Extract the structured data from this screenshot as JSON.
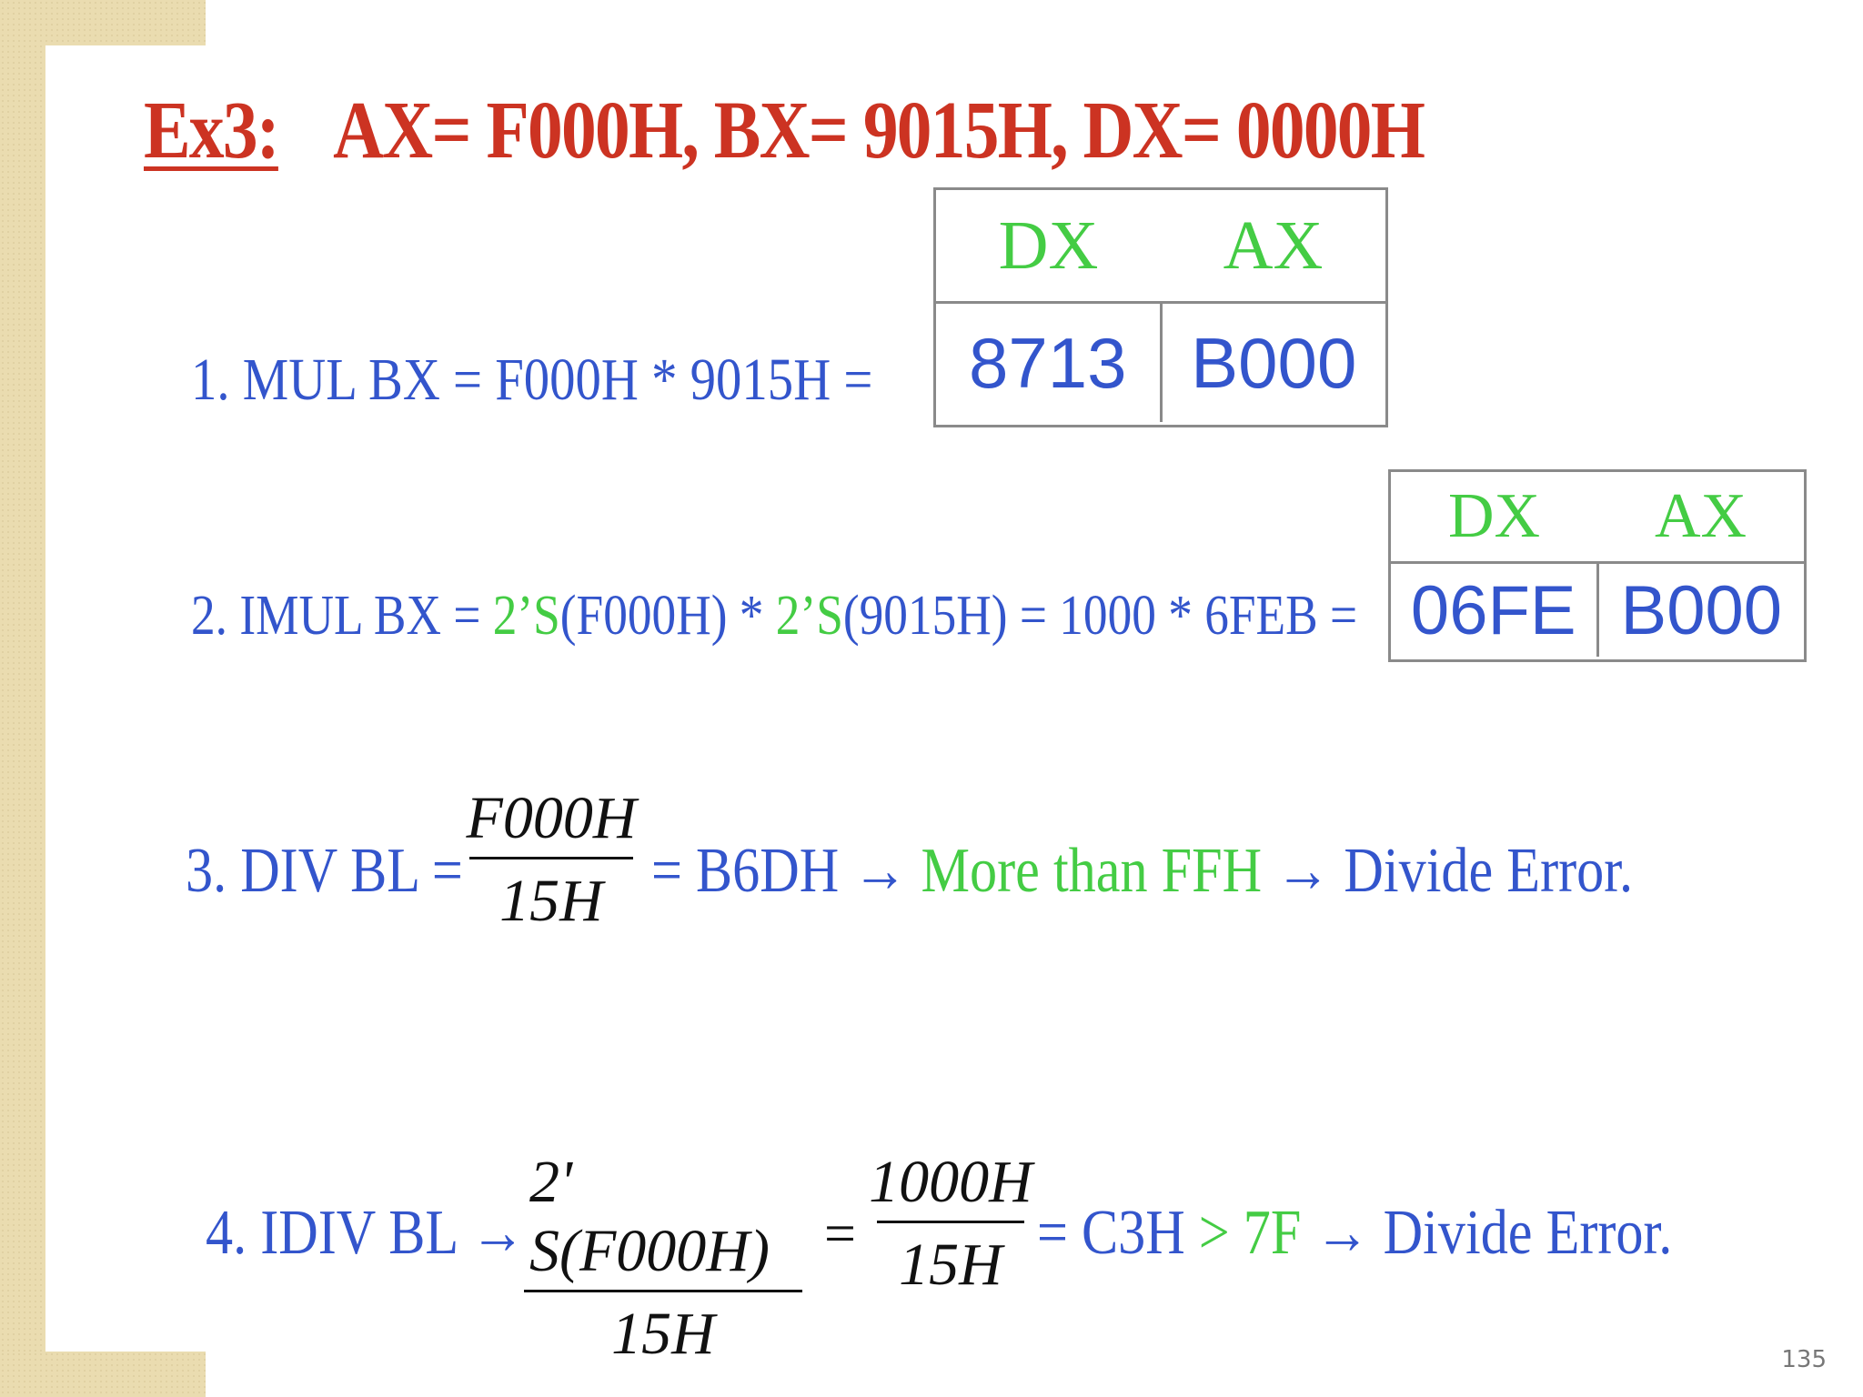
{
  "title": {
    "ex": "Ex3:",
    "regs": "AX= F000H, BX= 9015H, DX= 0000H"
  },
  "line1": {
    "text": "1. MUL BX = F000H * 9015H =",
    "table": {
      "head_dx": "DX",
      "head_ax": "AX",
      "dx": "8713",
      "ax": "B000"
    }
  },
  "line2": {
    "prefix": "2. IMUL BX = ",
    "twos_a": "2’S",
    "arg_a": "(F000H) * ",
    "twos_b": "2’S",
    "rest": "(9015H) = 1000 * 6FEB =",
    "table": {
      "head_dx": "DX",
      "head_ax": "AX",
      "dx": "06FE",
      "ax": "B000"
    }
  },
  "line3": {
    "prefix": "3. DIV BL =",
    "frac_num": "F000H",
    "frac_den": "15H",
    "result": "= B6DH →",
    "green": "More than FFH",
    "tail": "→ Divide Error."
  },
  "line4": {
    "prefix": "4. IDIV BL →",
    "frac1_num": "2' S(F000H)",
    "frac1_den": "15H",
    "eq": "=",
    "frac2_num": "1000H",
    "frac2_den": "15H",
    "result": "= C3H",
    "green": "> 7F",
    "tail": "→ Divide Error."
  },
  "page_number": "135"
}
